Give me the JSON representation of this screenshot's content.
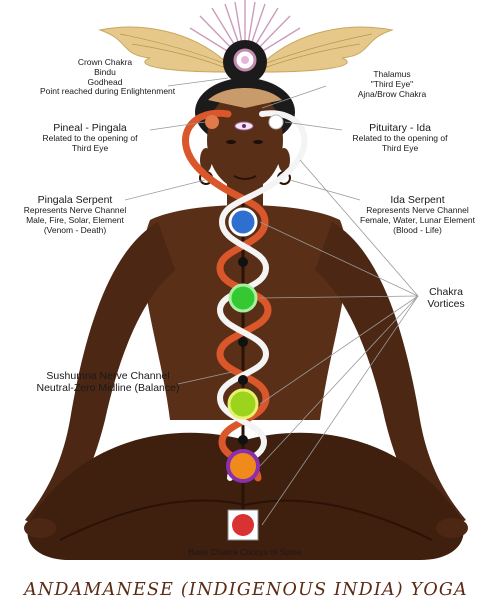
{
  "title": "ANDAMANESE (INDIGENOUS INDIA) YOGA",
  "labels": {
    "crown": [
      "Crown Chakra",
      "Bindu",
      "Godhead",
      "Point reached during Enlightenment"
    ],
    "thalamus": [
      "Thalamus",
      "\"Third Eye\"",
      "Ajna/Brow Chakra"
    ],
    "pineal": [
      "Pineal - Pingala",
      "Related to the opening of",
      "Third Eye"
    ],
    "pituitary": [
      "Pituitary - Ida",
      "Related to the opening of",
      "Third Eye"
    ],
    "pingala_serpent": [
      "Pingala Serpent",
      "Represents Nerve Channel",
      "Male, Fire, Solar, Element",
      "(Venom - Death)"
    ],
    "ida_serpent": [
      "Ida Serpent",
      "Represents Nerve Channel",
      "Female, Water, Lunar Element",
      "(Blood - Life)"
    ],
    "chakra_vortices": [
      "Chakra",
      "Vortices"
    ],
    "sushumna": [
      "Sushumna Nerve Channel",
      "Neutral-Zero Midline (Balance)"
    ],
    "base": "Base Chakra Coccyx of Spine"
  },
  "colors": {
    "skin": "#5a2f17",
    "skin_dark": "#3f1f0e",
    "pingala": "#d9572b",
    "ida": "#f4f4f4",
    "wings": "#e6c98a",
    "crown_rays": "#c48ab0",
    "chakra_blue": "#2f6fd0",
    "chakra_green": "#34c832",
    "chakra_yellowgreen": "#9cd31c",
    "chakra_orange": "#f08a1a",
    "chakra_purple": "#8a2fb0",
    "chakra_red": "#d83232"
  }
}
